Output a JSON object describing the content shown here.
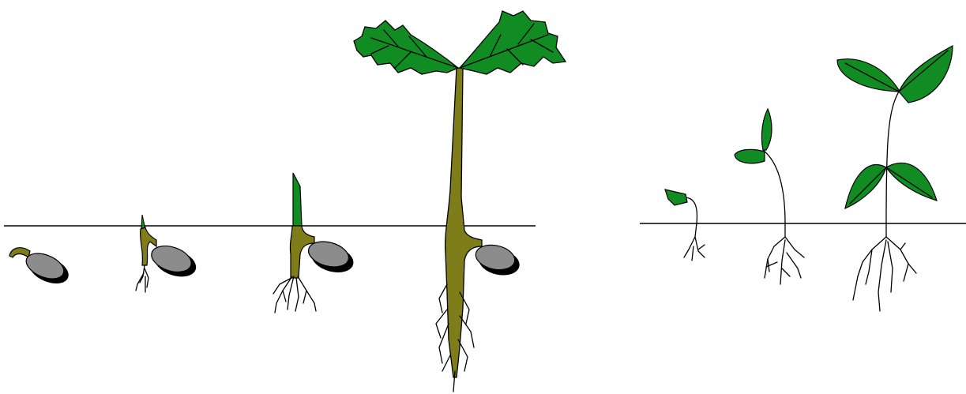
{
  "colors": {
    "background": "#ffffff",
    "outline": "#000000",
    "seed": "#8c8c8c",
    "seed_shadow": "#000000",
    "stem": "#7f7d1a",
    "leaf": "#118c23",
    "leaf_vein": "#000000",
    "soil_line": "#000000"
  },
  "panels": [
    {
      "stages": [
        "seed",
        "sprouting",
        "shoot-emerging",
        "seedling-with-leaves"
      ]
    },
    {
      "stages": [
        "emerging",
        "first-leaves",
        "seedling-with-true-leaves"
      ]
    }
  ]
}
